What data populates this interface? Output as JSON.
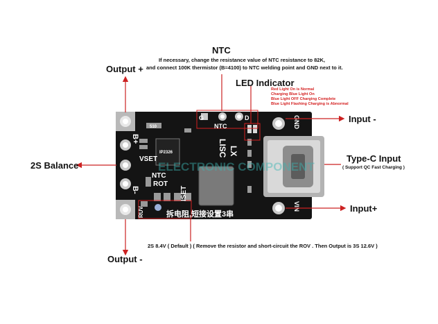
{
  "ntc": {
    "title": "NTC",
    "desc_line1": "If necessary, change the resistance value of NTC resistance to 82K,",
    "desc_line2": "and connect 100K thermistor (B=4100) to NTC welding point and GND next to it."
  },
  "led": {
    "title": "LED Indicator",
    "lines": [
      "Red Light On is Normal",
      "Charging Blue Light On",
      "Blue Light OFF Charging Complete",
      "Blue Light Flashing Charging is Abnormal"
    ]
  },
  "labels": {
    "output_plus": "Output +",
    "output_minus": "Output -",
    "balance": "2S Balance",
    "input_minus": "Input -",
    "input_plus": "Input+",
    "typec_title": "Type-C Input",
    "typec_sub": "( Support QC Fast Charging )"
  },
  "bottom_note": "2S 8.4V ( Default )   ( Remove the resistor and short-circuit the ROV . Then Output is 3S 12.6V )",
  "board": {
    "b_plus": "B+",
    "b_minus": "B-",
    "g": "G",
    "d": "D",
    "ntc": "NTC",
    "vset": "VSET",
    "rot": "ROT",
    "iset": "ISET",
    "lx": "LX",
    "lisc": "LISC",
    "gnd": "GND",
    "vin": "VIN",
    "ruv": "RUV",
    "chip": "IP2326",
    "res_510": "510",
    "chinese_note": "拆电阻,短接设置3串",
    "watermark": "ELECTRONIC COMPONENT"
  },
  "colors": {
    "arrow": "#cc2222",
    "pcb": "#141414",
    "pad": "#c9c9c9",
    "led_text": "#d42020"
  }
}
